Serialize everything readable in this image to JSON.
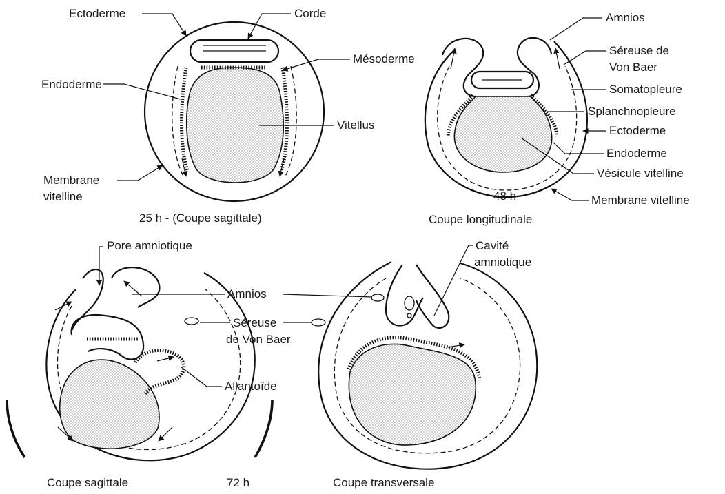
{
  "panels": {
    "h25": {
      "caption": "25 h - (Coupe sagittale)",
      "labels": {
        "ectoderme": "Ectoderme",
        "corde": "Corde",
        "mesoderme": "Mésoderme",
        "endoderme": "Endoderme",
        "vitellus": "Vitellus",
        "membrane_l1": "Membrane",
        "membrane_l2": "vitelline"
      }
    },
    "h48": {
      "caption_time": "48 h",
      "caption_view": "Coupe longitudinale",
      "labels": {
        "amnios": "Amnios",
        "sereuse_l1": "Séreuse de",
        "sereuse_l2": "Von Baer",
        "somatopleure": "Somatopleure",
        "splanchnopleure": "Splanchnopleure",
        "ectoderme": "Ectoderme",
        "endoderme": "Endoderme",
        "vesicule": "Vésicule vitelline",
        "membrane": "Membrane vitelline"
      }
    },
    "h72": {
      "caption_time": "72 h",
      "caption_sagittal": "Coupe sagittale",
      "caption_transverse": "Coupe transversale",
      "labels": {
        "pore": "Pore amniotique",
        "amnios": "Amnios",
        "sereuse_l1": "Séreuse",
        "sereuse_l2": "de Von Baer",
        "allantoide": "Allantoïde",
        "cavite_l1": "Cavité",
        "cavite_l2": "amniotique"
      }
    }
  }
}
